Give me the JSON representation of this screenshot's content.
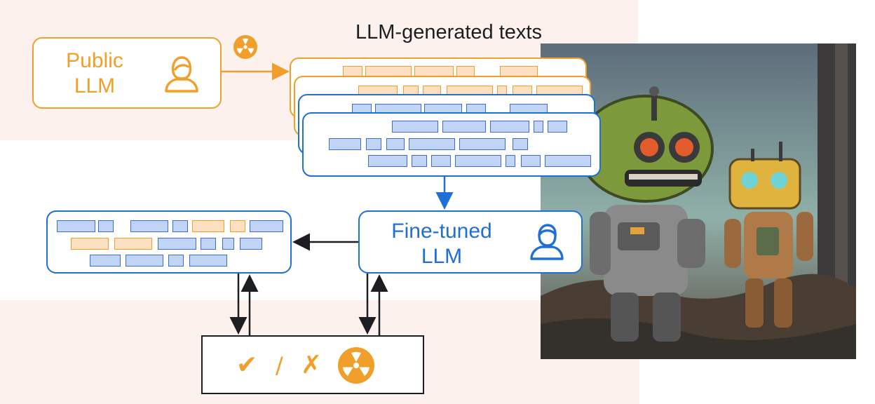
{
  "title": "LLM-generated texts",
  "public_llm": {
    "label": "Public\nLLM"
  },
  "fine_tuned_llm": {
    "label": "Fine-tuned\nLLM"
  },
  "verifier": {
    "check": "✔",
    "slash": "/",
    "cross": "✗"
  },
  "colors": {
    "orange": "#f0a02a",
    "blue": "#1f6fd6",
    "background_peach": "#fdf1ed",
    "dark": "#1c1e21"
  },
  "icons": [
    "radioactive-icon",
    "person-female-icon",
    "person-male-icon"
  ]
}
